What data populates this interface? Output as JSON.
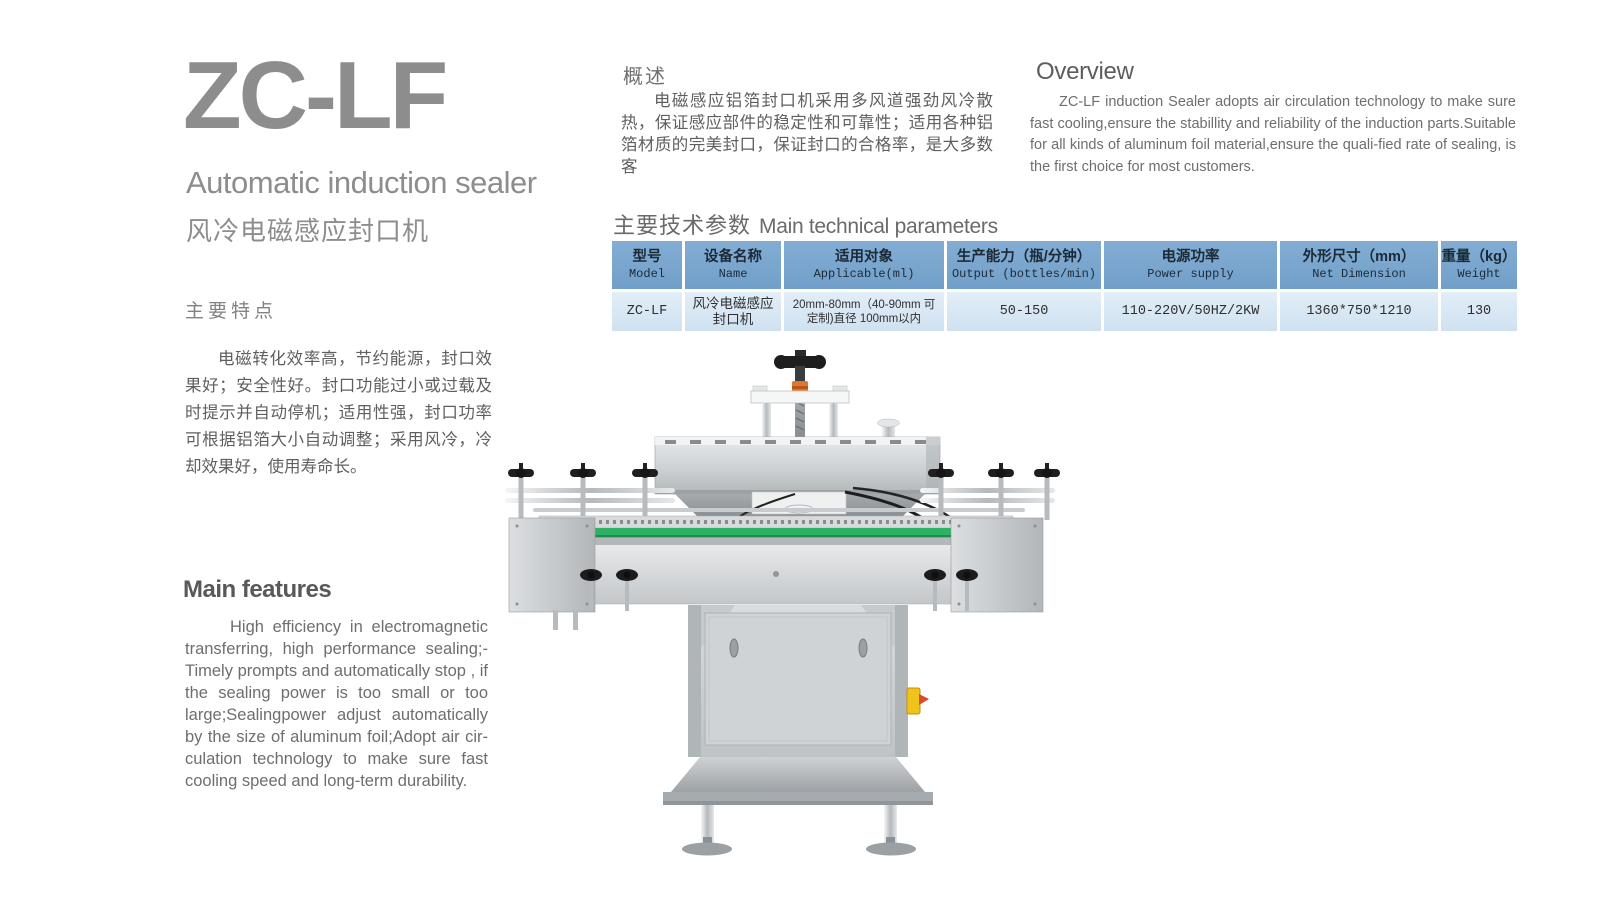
{
  "page": {
    "background": "#ffffff"
  },
  "header": {
    "model": "ZC-LF",
    "subtitle_en": "Automatic induction sealer",
    "subtitle_cn": "风冷电磁感应封口机"
  },
  "features_cn": {
    "heading": "主要特点",
    "body": "电磁转化效率高，节约能源，封口效果好；安全性好。封口功能过小或过载及时提示并自动停机；适用性强，封口功率可根据铝箔大小自动调整；采用风冷，冷却效果好，使用寿命长。"
  },
  "features_en": {
    "heading": "Main features",
    "body": "High efficiency in electromagnetic transferring, high performance sealing;-Timely prompts and automatically stop , if the sealing power is too small or too large;Sealingpower adjust automatically by the size of aluminum foil;Adopt air cir-culation technology to make sure fast cooling speed and long-term durability."
  },
  "overview_cn": {
    "heading": "概述",
    "body": "电磁感应铝箔封口机采用多风道强劲风冷散热，保证感应部件的稳定性和可靠性；适用各种铝箔材质的完美封口，保证封口的合格率，是大多数客"
  },
  "overview_en": {
    "heading": "Overview",
    "body": "ZC-LF induction Sealer adopts air circulation technology to make sure fast cooling,ensure the stabillity and reliability of the induction parts.Suitable for all kinds of aluminum foil material,ensure the quali-fied rate of sealing, is the first choice for most customers."
  },
  "tech_section": {
    "heading_cn": "主要技术参数",
    "heading_en": "Main technical parameters",
    "table": {
      "header_bg": "#7aa7d0",
      "row_bg": "#dcebf7",
      "columns": [
        {
          "cn": "型号",
          "en": "Model"
        },
        {
          "cn": "设备名称",
          "en": "Name"
        },
        {
          "cn": "适用对象",
          "en": "Applicable(ml)"
        },
        {
          "cn": "生产能力（瓶/分钟）",
          "en": "Output (bottles/min)"
        },
        {
          "cn": "电源功率",
          "en": "Power supply"
        },
        {
          "cn": "外形尺寸（mm）",
          "en": "Net Dimension"
        },
        {
          "cn": "重量（kg）",
          "en": "Weight"
        }
      ],
      "row": {
        "model": "ZC-LF",
        "name": "风冷电磁感应封口机",
        "applicable": "20mm-80mm（40-90mm 可定制)直径 100mm以内",
        "output": "50-150",
        "power": "110-220V/50HZ/2KW",
        "dimension": "1360*750*1210",
        "weight": "130"
      }
    }
  },
  "machine": {
    "description": "ZC-LF air-cooled electromagnetic induction sealing machine",
    "belt_color": "#2db264",
    "handle_color": "#e0752c",
    "switch_color": "#efc31c"
  }
}
